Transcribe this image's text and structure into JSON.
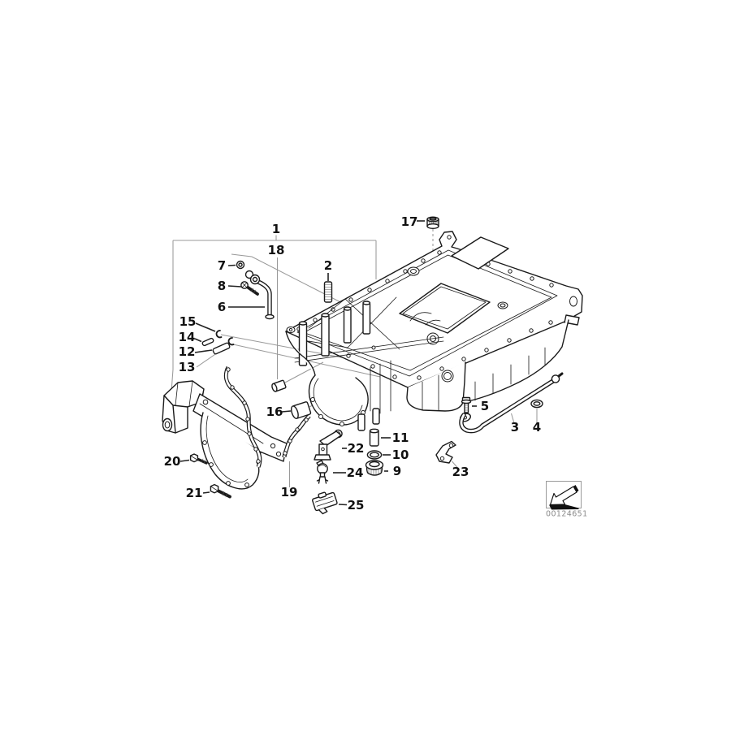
{
  "diagram": {
    "kind": "exploded-parts-line-drawing",
    "subject": "engine oil pan with mounting hardware",
    "callouts": {
      "c1": "1",
      "c2": "2",
      "c3": "3",
      "c4": "4",
      "c5": "5",
      "c6": "6",
      "c7": "7",
      "c8": "8",
      "c9": "9",
      "c10": "10",
      "c11": "11",
      "c12": "12",
      "c13": "13",
      "c14": "14",
      "c15": "15",
      "c16": "16",
      "c17": "17",
      "c18": "18",
      "c19": "19",
      "c20": "20",
      "c21": "21",
      "c22": "22",
      "c23": "23",
      "c24": "24",
      "c25": "25"
    },
    "stamp": {
      "code": "00124651"
    },
    "colors": {
      "background": "#ffffff",
      "line": "#1a1a1a",
      "leader_line": "#999999",
      "stamp_text": "#8a8a8a"
    }
  }
}
